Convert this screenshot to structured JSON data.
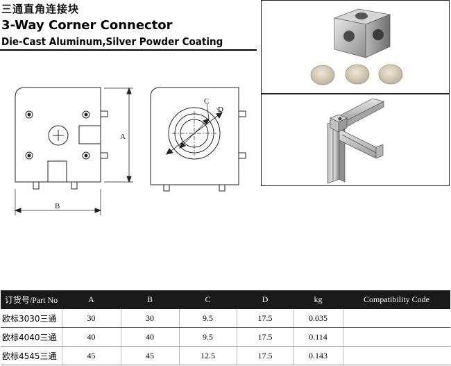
{
  "header": {
    "title_cn": "三通直角连接块",
    "title_en": "3-Way Corner Connector",
    "subtitle": "Die-Cast Aluminum,Silver Powder Coating"
  },
  "drawing": {
    "dim_a": "A",
    "dim_b": "B",
    "dim_c": "C",
    "dim_d": "D"
  },
  "table": {
    "headers": [
      "订货号/Part No",
      "A",
      "B",
      "C",
      "D",
      "kg",
      "Compatibility Code"
    ],
    "rows": [
      {
        "part": "欧标3030三通",
        "a": "30",
        "b": "30",
        "c": "9.5",
        "d": "17.5",
        "kg": "0.035",
        "code": ""
      },
      {
        "part": "欧标4040三通",
        "a": "40",
        "b": "40",
        "c": "9.5",
        "d": "17.5",
        "kg": "0.114",
        "code": ""
      },
      {
        "part": "欧标4545三通",
        "a": "45",
        "b": "45",
        "c": "12.5",
        "d": "17.5",
        "kg": "0.143",
        "code": ""
      }
    ]
  }
}
